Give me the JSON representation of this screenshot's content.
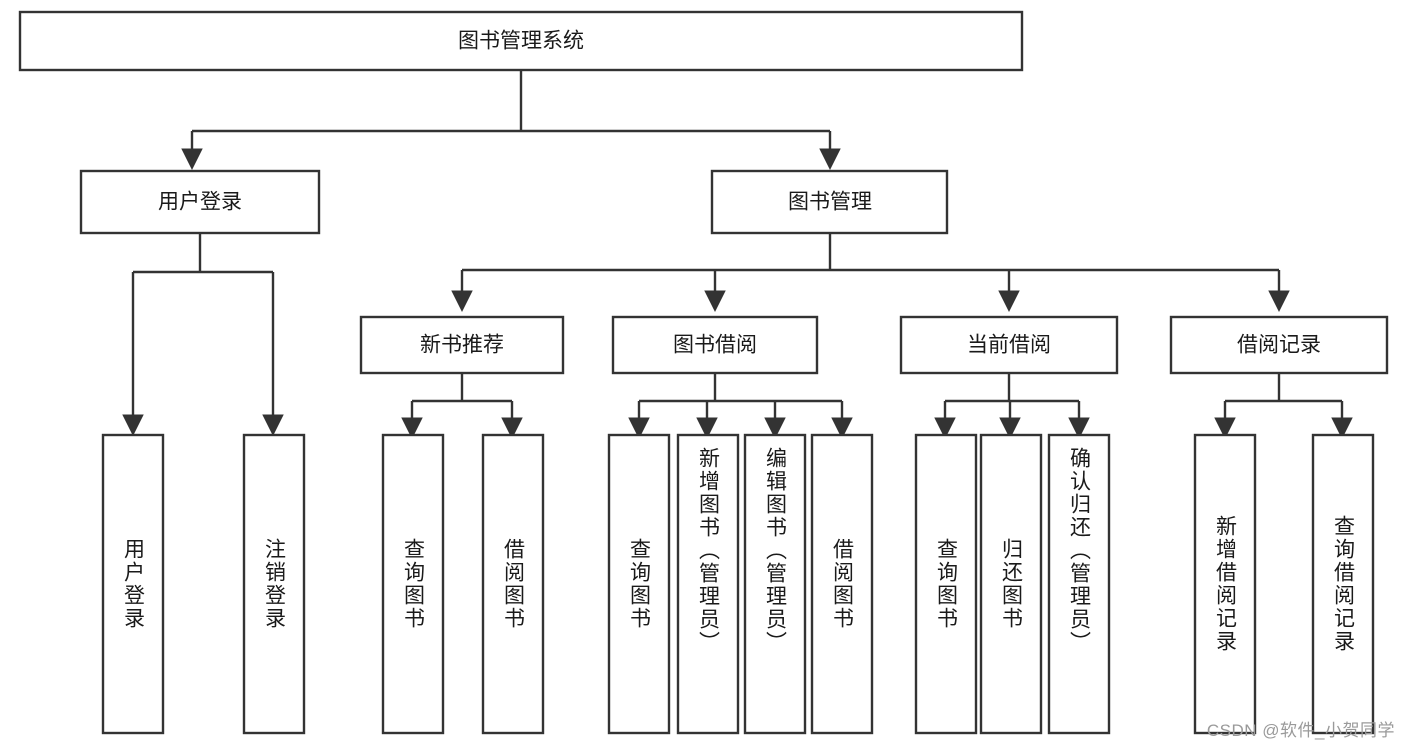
{
  "diagram": {
    "type": "tree-hierarchy",
    "title": "图书管理系统",
    "root": {
      "id": "root",
      "label": "图书管理系统",
      "orientation": "horizontal"
    },
    "level2": [
      {
        "id": "user-login",
        "label": "用户登录",
        "orientation": "horizontal"
      },
      {
        "id": "book-manage",
        "label": "图书管理",
        "orientation": "horizontal"
      }
    ],
    "level3": [
      {
        "id": "new-book-recommend",
        "label": "新书推荐",
        "orientation": "horizontal",
        "parent": "book-manage"
      },
      {
        "id": "book-borrow",
        "label": "图书借阅",
        "orientation": "horizontal",
        "parent": "book-manage"
      },
      {
        "id": "current-borrow",
        "label": "当前借阅",
        "orientation": "horizontal",
        "parent": "book-manage"
      },
      {
        "id": "borrow-record",
        "label": "借阅记录",
        "orientation": "horizontal",
        "parent": "book-manage"
      }
    ],
    "leaves": [
      {
        "id": "leaf-user-login",
        "label": "用户登录",
        "parent": "user-login",
        "orientation": "vertical",
        "align": "middle"
      },
      {
        "id": "leaf-logout",
        "label": "注销登录",
        "parent": "user-login",
        "orientation": "vertical",
        "align": "middle"
      },
      {
        "id": "leaf-query-book-1",
        "label": "查询图书",
        "parent": "new-book-recommend",
        "orientation": "vertical",
        "align": "middle"
      },
      {
        "id": "leaf-borrow-book-1",
        "label": "借阅图书",
        "parent": "new-book-recommend",
        "orientation": "vertical",
        "align": "middle"
      },
      {
        "id": "leaf-query-book-2",
        "label": "查询图书",
        "parent": "book-borrow",
        "orientation": "vertical",
        "align": "middle"
      },
      {
        "id": "leaf-add-book",
        "label": "新增图书（管理员）",
        "parent": "book-borrow",
        "orientation": "vertical",
        "align": "top"
      },
      {
        "id": "leaf-edit-book",
        "label": "编辑图书（管理员）",
        "parent": "book-borrow",
        "orientation": "vertical",
        "align": "top"
      },
      {
        "id": "leaf-borrow-book-2",
        "label": "借阅图书",
        "parent": "book-borrow",
        "orientation": "vertical",
        "align": "middle"
      },
      {
        "id": "leaf-query-book-3",
        "label": "查询图书",
        "parent": "current-borrow",
        "orientation": "vertical",
        "align": "middle"
      },
      {
        "id": "leaf-return-book",
        "label": "归还图书",
        "parent": "current-borrow",
        "orientation": "vertical",
        "align": "middle"
      },
      {
        "id": "leaf-confirm-return",
        "label": "确认归还（管理员）",
        "parent": "current-borrow",
        "orientation": "vertical",
        "align": "top"
      },
      {
        "id": "leaf-add-record",
        "label": "新增借阅记录",
        "parent": "borrow-record",
        "orientation": "vertical",
        "align": "middle"
      },
      {
        "id": "leaf-query-record",
        "label": "查询借阅记录",
        "parent": "borrow-record",
        "orientation": "vertical",
        "align": "middle"
      }
    ],
    "colors": {
      "box_stroke": "#333333",
      "box_fill": "#ffffff",
      "link": "#333333",
      "text": "#1a1a1a",
      "watermark": "#9a9a9a",
      "background": "#ffffff"
    }
  },
  "watermark": {
    "text": "CSDN @软件_小贺同学"
  }
}
